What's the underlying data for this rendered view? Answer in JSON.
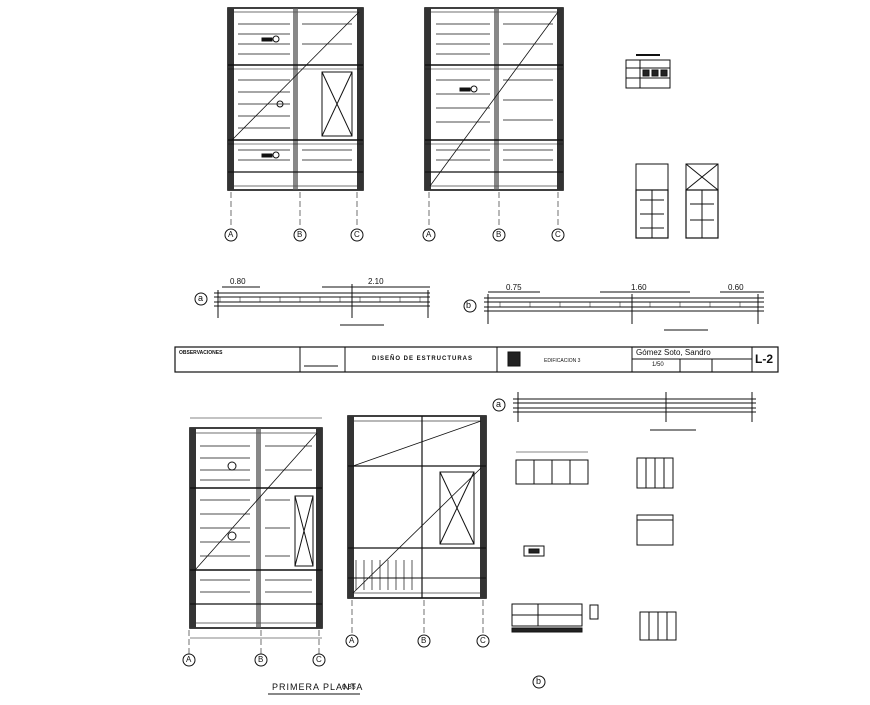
{
  "sheet": {
    "title_block": {
      "left_label": "OBSERVACIONES",
      "drawing_title": "DISEÑO DE ESTRUCTURAS",
      "building": "EDIFICACION 3",
      "author": "Gómez Soto, Sandro",
      "scale": "1/50",
      "sheet_id": "L-2"
    },
    "grid_axes": [
      "A",
      "B",
      "C"
    ],
    "section_a": {
      "marker": "a",
      "dims": [
        "0.80",
        "2.10"
      ]
    },
    "section_b": {
      "marker": "b",
      "dims": [
        "0.75",
        "1.60",
        "0.60"
      ]
    },
    "section_a2": {
      "marker": "a"
    },
    "bottom_marker": "b",
    "first_floor_title": "PRIMERA PLANTA",
    "first_floor_dim": "6.85"
  }
}
